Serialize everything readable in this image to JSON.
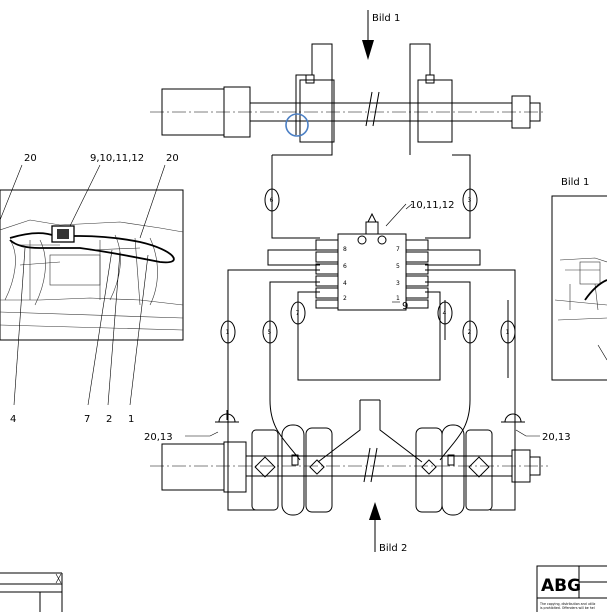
{
  "view_labels": {
    "top": "Bild 1",
    "bottom": "Bild 2",
    "right_detail": "Bild 1"
  },
  "hose_markers": [
    {
      "id": "hose-6",
      "label": "6"
    },
    {
      "id": "hose-3",
      "label": "3"
    },
    {
      "id": "hose-1-left",
      "label": "1"
    },
    {
      "id": "hose-5",
      "label": "5"
    },
    {
      "id": "hose-7",
      "label": "7"
    },
    {
      "id": "hose-4",
      "label": "4"
    },
    {
      "id": "hose-2",
      "label": "2"
    },
    {
      "id": "hose-1-right",
      "label": "1"
    }
  ],
  "valve_block": {
    "label": "9",
    "callout": "10,11,12",
    "port_labels": [
      "8",
      "6",
      "4",
      "2",
      "7",
      "5",
      "3",
      "1"
    ]
  },
  "callouts": {
    "left_fitting": "20,13",
    "right_fitting": "20,13"
  },
  "left_detail": {
    "top_labels": [
      "20",
      "9,10,11,12",
      "20"
    ],
    "bottom_labels": [
      "4",
      "7",
      "2",
      "1"
    ]
  },
  "title_block": {
    "logo": "ABG",
    "copyright_line1": "The copying, distribution and utiliz",
    "copyright_line2": "is prohibited. Offenders will be hel"
  }
}
